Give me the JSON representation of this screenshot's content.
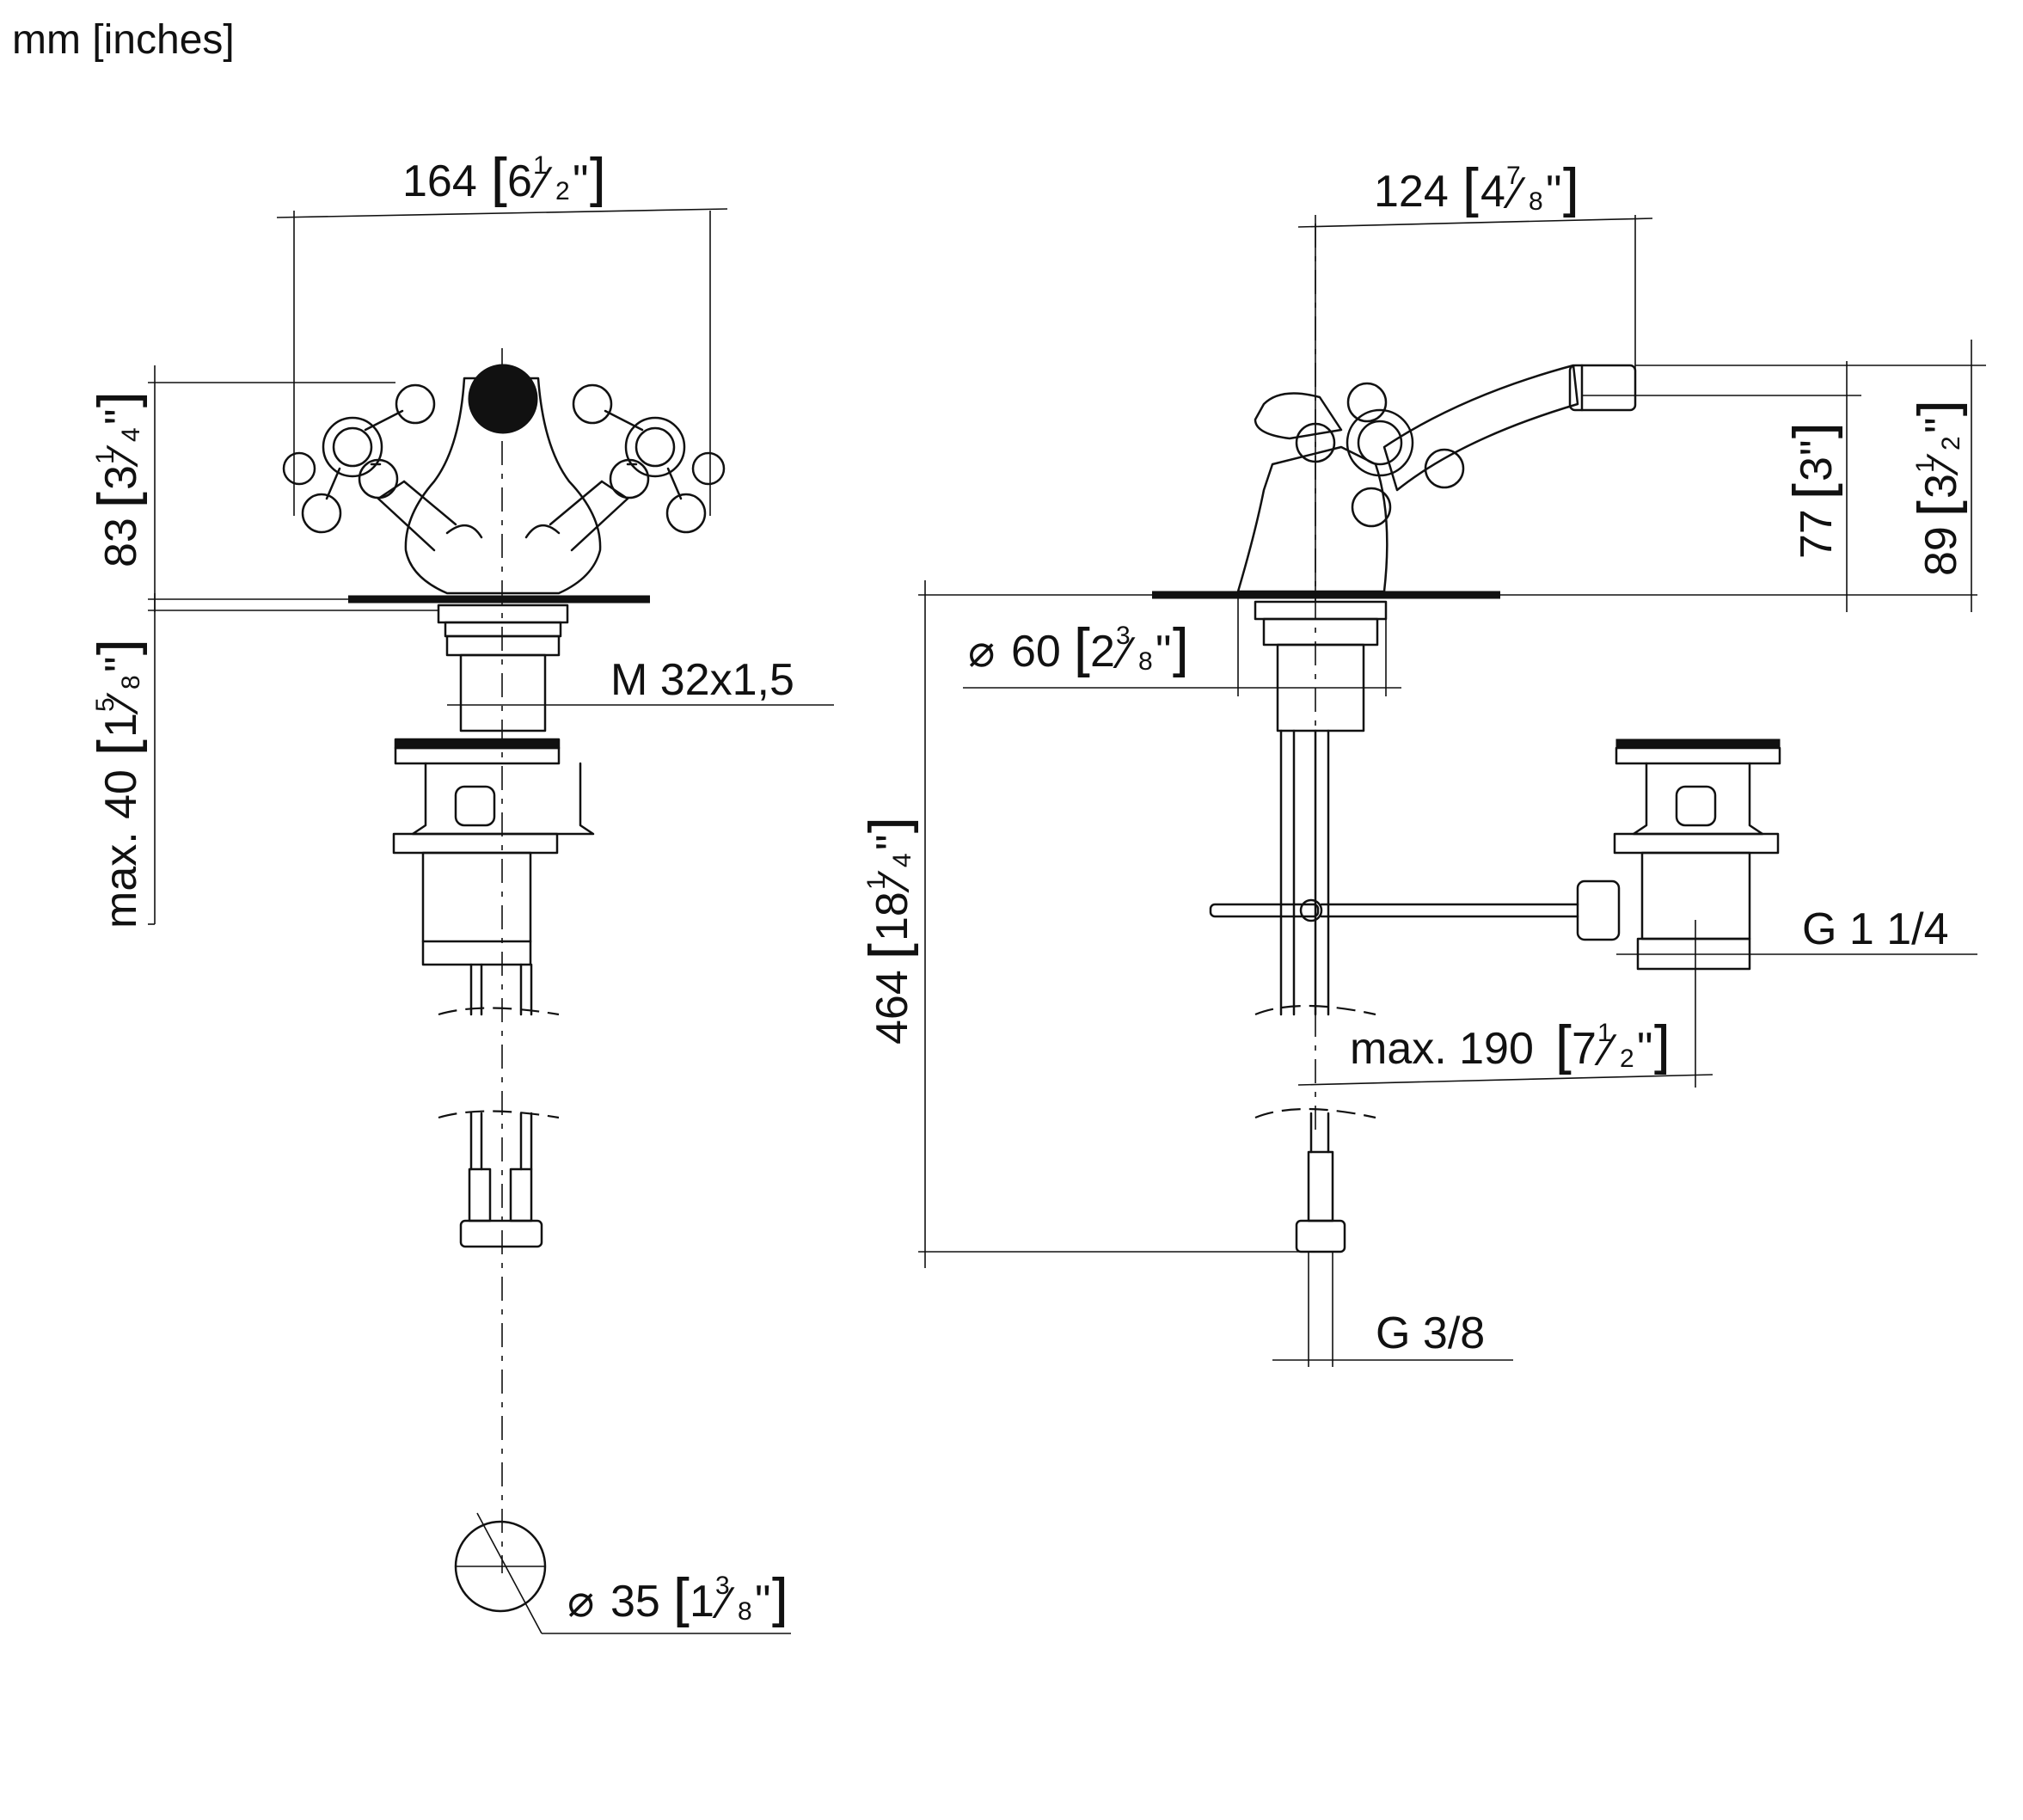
{
  "units_caption": "mm [inches]",
  "dimensions": {
    "front_width": {
      "value": "164",
      "inch_whole": "6",
      "inch_num": "1",
      "inch_den": "2"
    },
    "front_height": {
      "value": "83",
      "inch_whole": "3",
      "inch_num": "1",
      "inch_den": "4"
    },
    "max_depth": {
      "value": "max. 40",
      "inch_whole": "1",
      "inch_num": "5",
      "inch_den": "8"
    },
    "thread": {
      "value": "M 32x1,5"
    },
    "drain_diameter": {
      "value": "35",
      "inch_whole": "1",
      "inch_num": "3",
      "inch_den": "8"
    },
    "side_width": {
      "value": "124",
      "inch_whole": "4",
      "inch_num": "7",
      "inch_den": "8"
    },
    "spout_height": {
      "value": "77",
      "inch_whole": "3",
      "inch_num": "",
      "inch_den": ""
    },
    "total_height": {
      "value": "89",
      "inch_whole": "3",
      "inch_num": "1",
      "inch_den": "2"
    },
    "base_diameter": {
      "value": "60",
      "inch_whole": "2",
      "inch_num": "3",
      "inch_den": "8"
    },
    "overall_length": {
      "value": "464",
      "inch_whole": "18",
      "inch_num": "1",
      "inch_den": "4"
    },
    "waste_thread": {
      "value": "G 1 1/4"
    },
    "max_offset": {
      "value": "max. 190",
      "inch_whole": "7",
      "inch_num": "1",
      "inch_den": "2"
    },
    "supply_thread": {
      "value": "G 3/8"
    }
  },
  "symbols": {
    "diameter": "⌀",
    "bracket_open": "[",
    "bracket_close": "]",
    "inch_mark": "\"",
    "slash": "⁄"
  }
}
